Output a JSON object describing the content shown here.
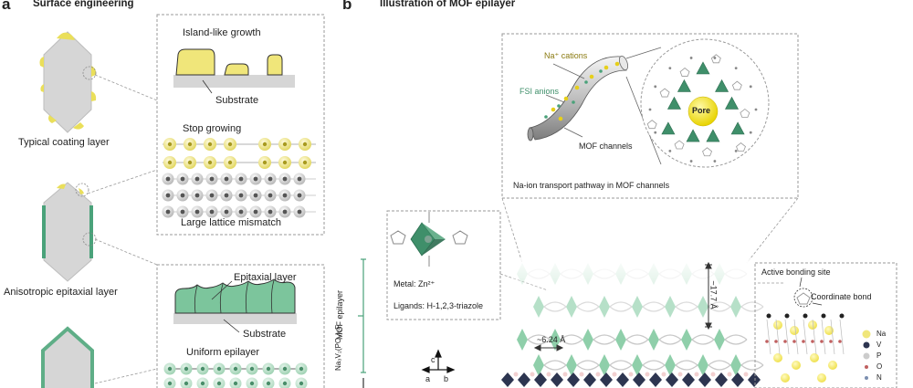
{
  "colors": {
    "yellow": "#f0e67a",
    "green": "#6dbf95",
    "dark_green": "#3f8f6a",
    "gray": "#d6d6d6",
    "navy": "#2d3550",
    "dash": "#9a9a9a"
  },
  "panel_a": {
    "letter": "a",
    "title": "Surface engineering",
    "typical_label": "Typical coating layer",
    "anisotropic_label": "Anisotropic epitaxial layer",
    "island_label": "Island-like growth",
    "substrate_label": "Substrate",
    "stop_growing_label": "Stop growing",
    "lattice_mismatch_label": "Large lattice mismatch",
    "epitaxial_layer_label": "Epitaxial layer",
    "substrate_label_2": "Substrate",
    "uniform_label": "Uniform epilayer"
  },
  "panel_b": {
    "letter": "b",
    "title": "Illustration of MOF epilayer",
    "na_cations": "Na⁺ cations",
    "fsi_anions": "FSI anions",
    "mof_channels": "MOF channels",
    "pore": "Pore",
    "pathway_caption": "Na-ion transport pathway in MOF channels",
    "metal": "Metal: Zn²⁺",
    "ligands": "Ligands: H-1,2,3-triazole",
    "mof_epilayer": "MOF epilayer",
    "dim_17": "~17.7 Å",
    "dim_6": "~6.24 Å",
    "axis_c": "c",
    "axis_a": "a",
    "axis_b": "b",
    "active_site": "Active bonding site",
    "coordinate_bond": "Coordinate bond",
    "side_label": "Na₃V₂(PO₄)₂F",
    "legend": [
      "Na",
      "V",
      "P",
      "O",
      "N"
    ]
  }
}
